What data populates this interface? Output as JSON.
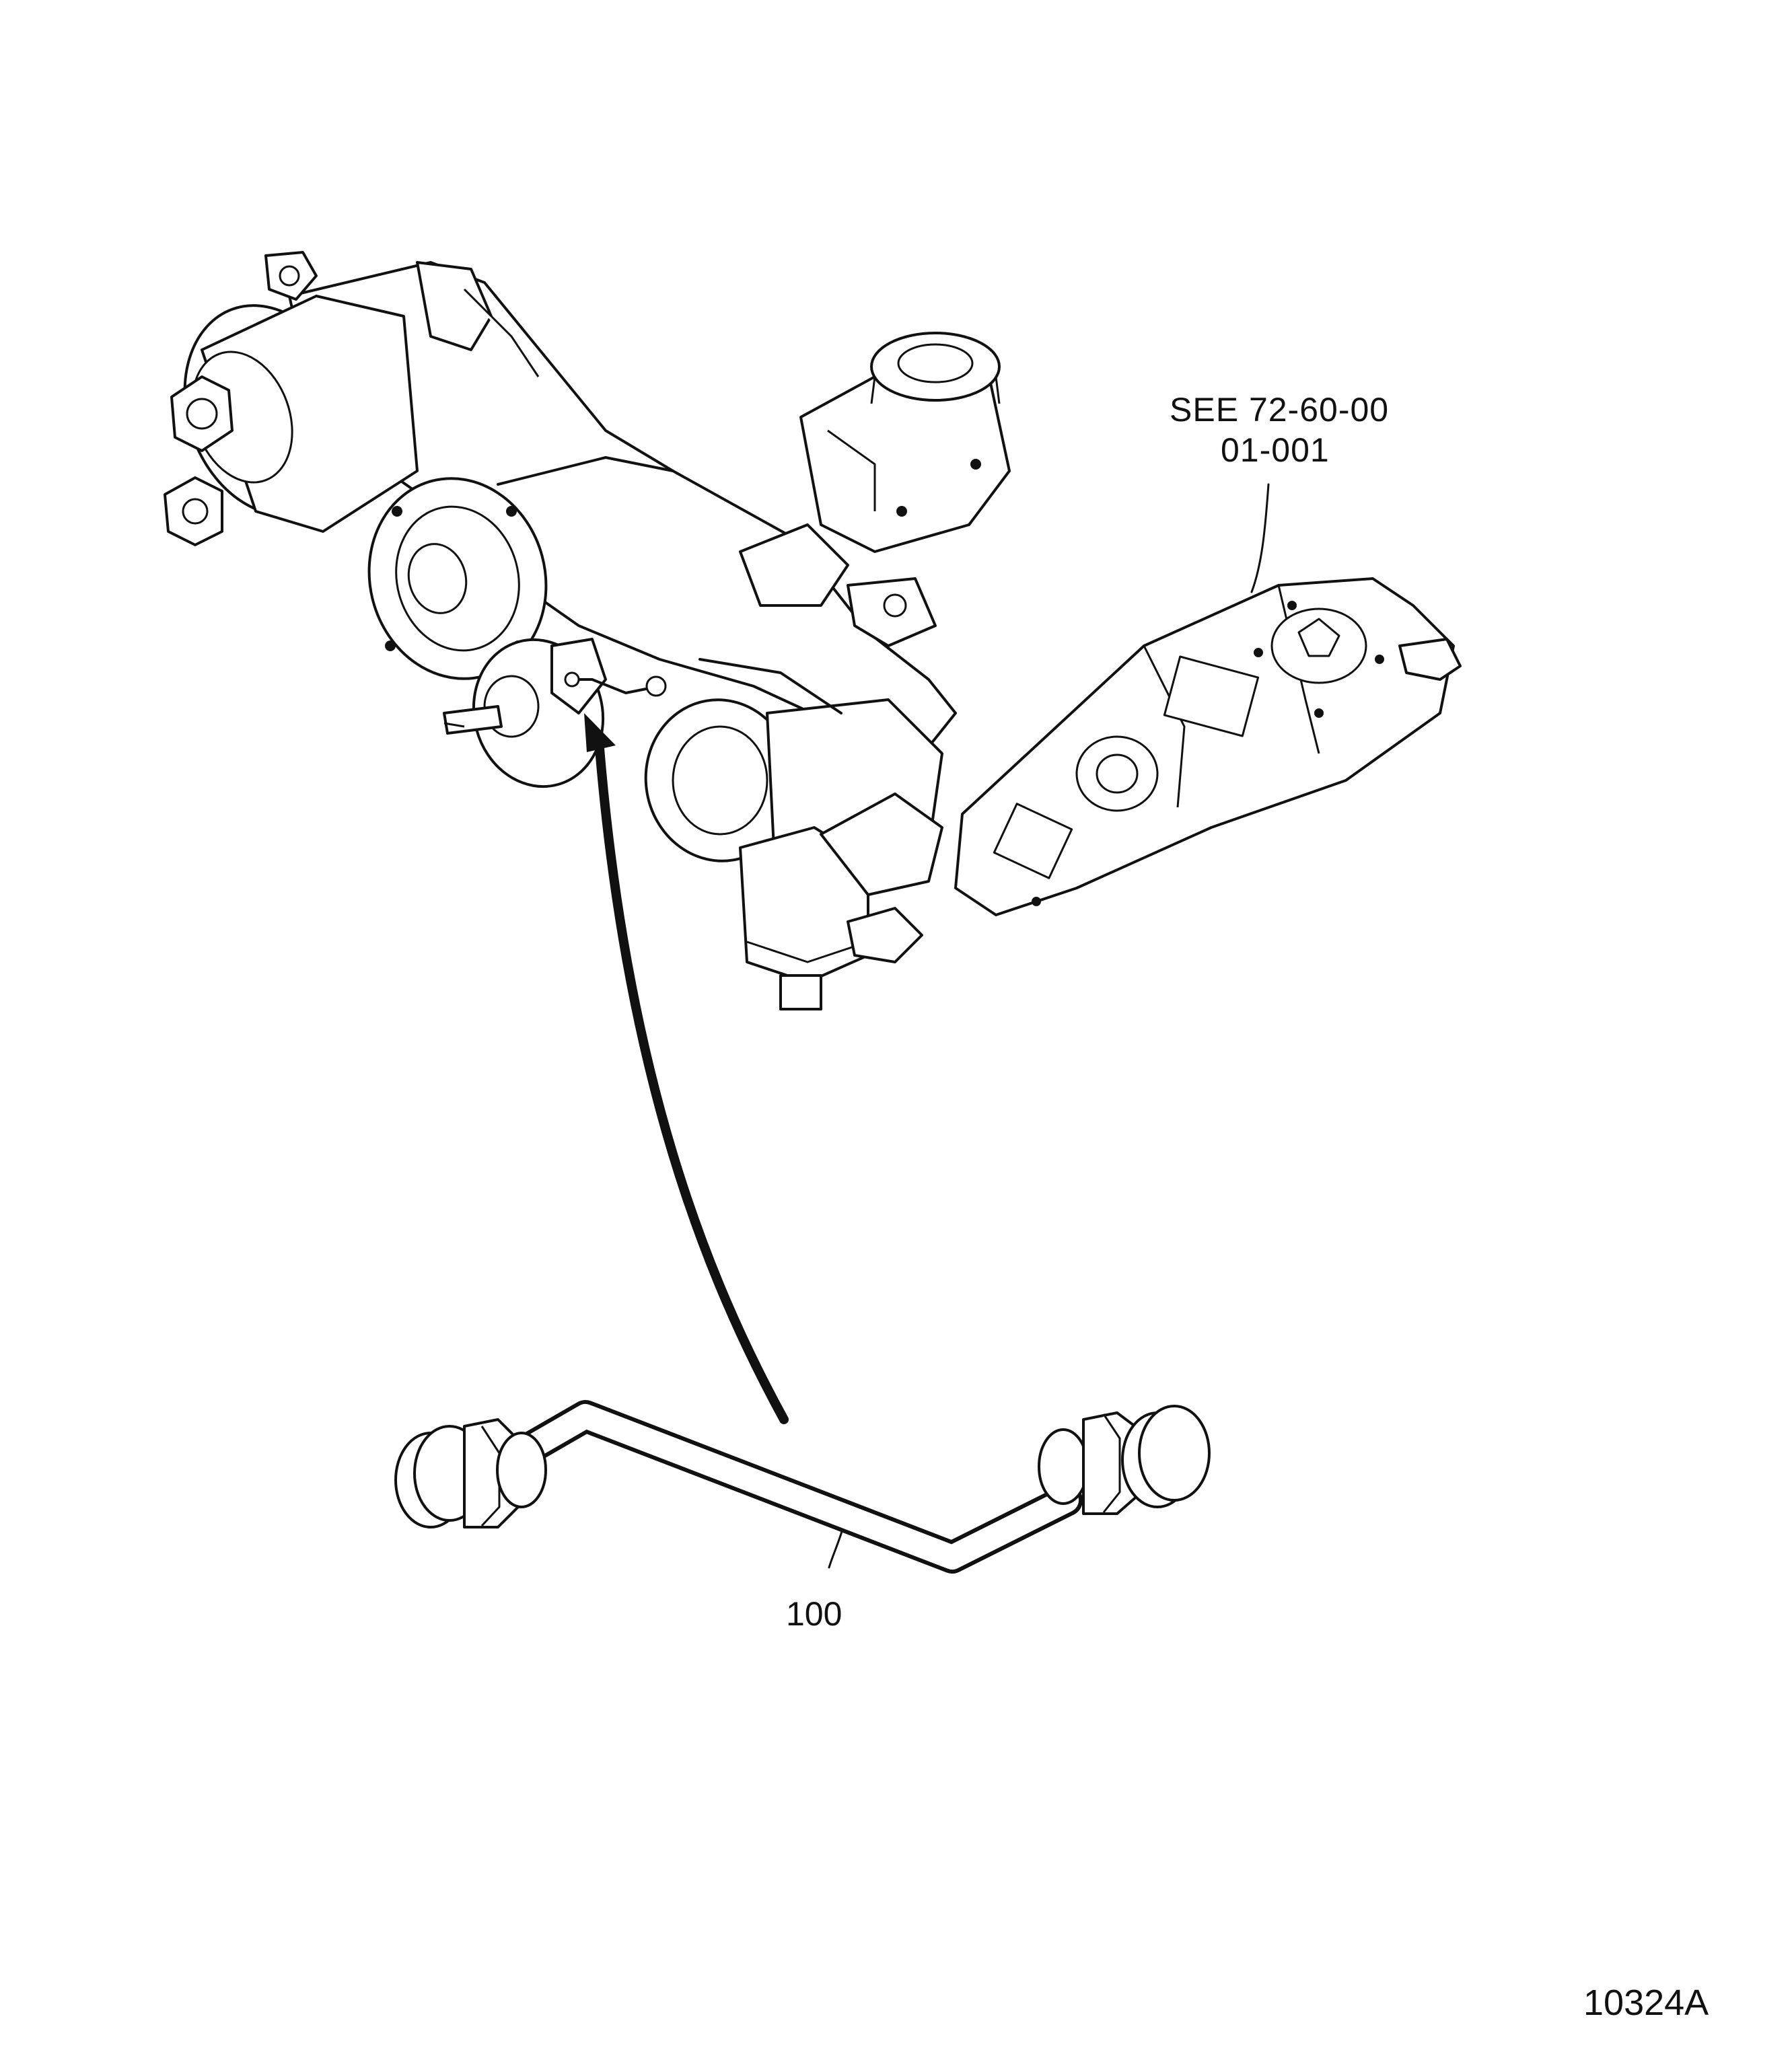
{
  "reference": {
    "line1": "SEE 72-60-00",
    "line2": "01-001"
  },
  "part_number": "100",
  "figure_id": "10324A",
  "colors": {
    "ink": "#111111",
    "paper": "#ffffff"
  }
}
